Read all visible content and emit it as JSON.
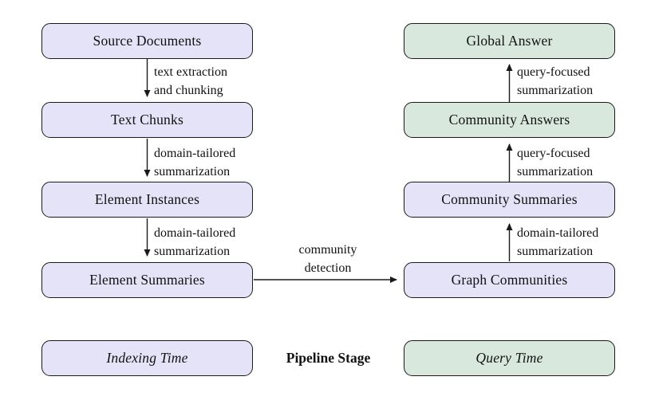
{
  "colors": {
    "indexing_fill": "#e4e3f8",
    "query_fill": "#d9e8dc",
    "box_border": "#1a1a1a",
    "arrow_color": "#1a1a1a",
    "text_color": "#111111",
    "background": "#ffffff"
  },
  "nodes": {
    "source_documents": {
      "label": "Source Documents"
    },
    "text_chunks": {
      "label": "Text Chunks"
    },
    "element_instances": {
      "label": "Element Instances"
    },
    "element_summaries": {
      "label": "Element Summaries"
    },
    "graph_communities": {
      "label": "Graph Communities"
    },
    "community_summaries": {
      "label": "Community Summaries"
    },
    "community_answers": {
      "label": "Community Answers"
    },
    "global_answer": {
      "label": "Global Answer"
    }
  },
  "edge_labels": {
    "text_extraction": {
      "line1": "text extraction",
      "line2": "and chunking"
    },
    "domain_summarization_1": {
      "line1": "domain-tailored",
      "line2": "summarization"
    },
    "domain_summarization_2": {
      "line1": "domain-tailored",
      "line2": "summarization"
    },
    "community_detection": {
      "line1": "community",
      "line2": "detection"
    },
    "domain_summarization_3": {
      "line1": "domain-tailored",
      "line2": "summarization"
    },
    "query_summarization_1": {
      "line1": "query-focused",
      "line2": "summarization"
    },
    "query_summarization_2": {
      "line1": "query-focused",
      "line2": "summarization"
    }
  },
  "legend": {
    "indexing_label": "Indexing Time",
    "stage_label": "Pipeline Stage",
    "query_label": "Query Time"
  }
}
